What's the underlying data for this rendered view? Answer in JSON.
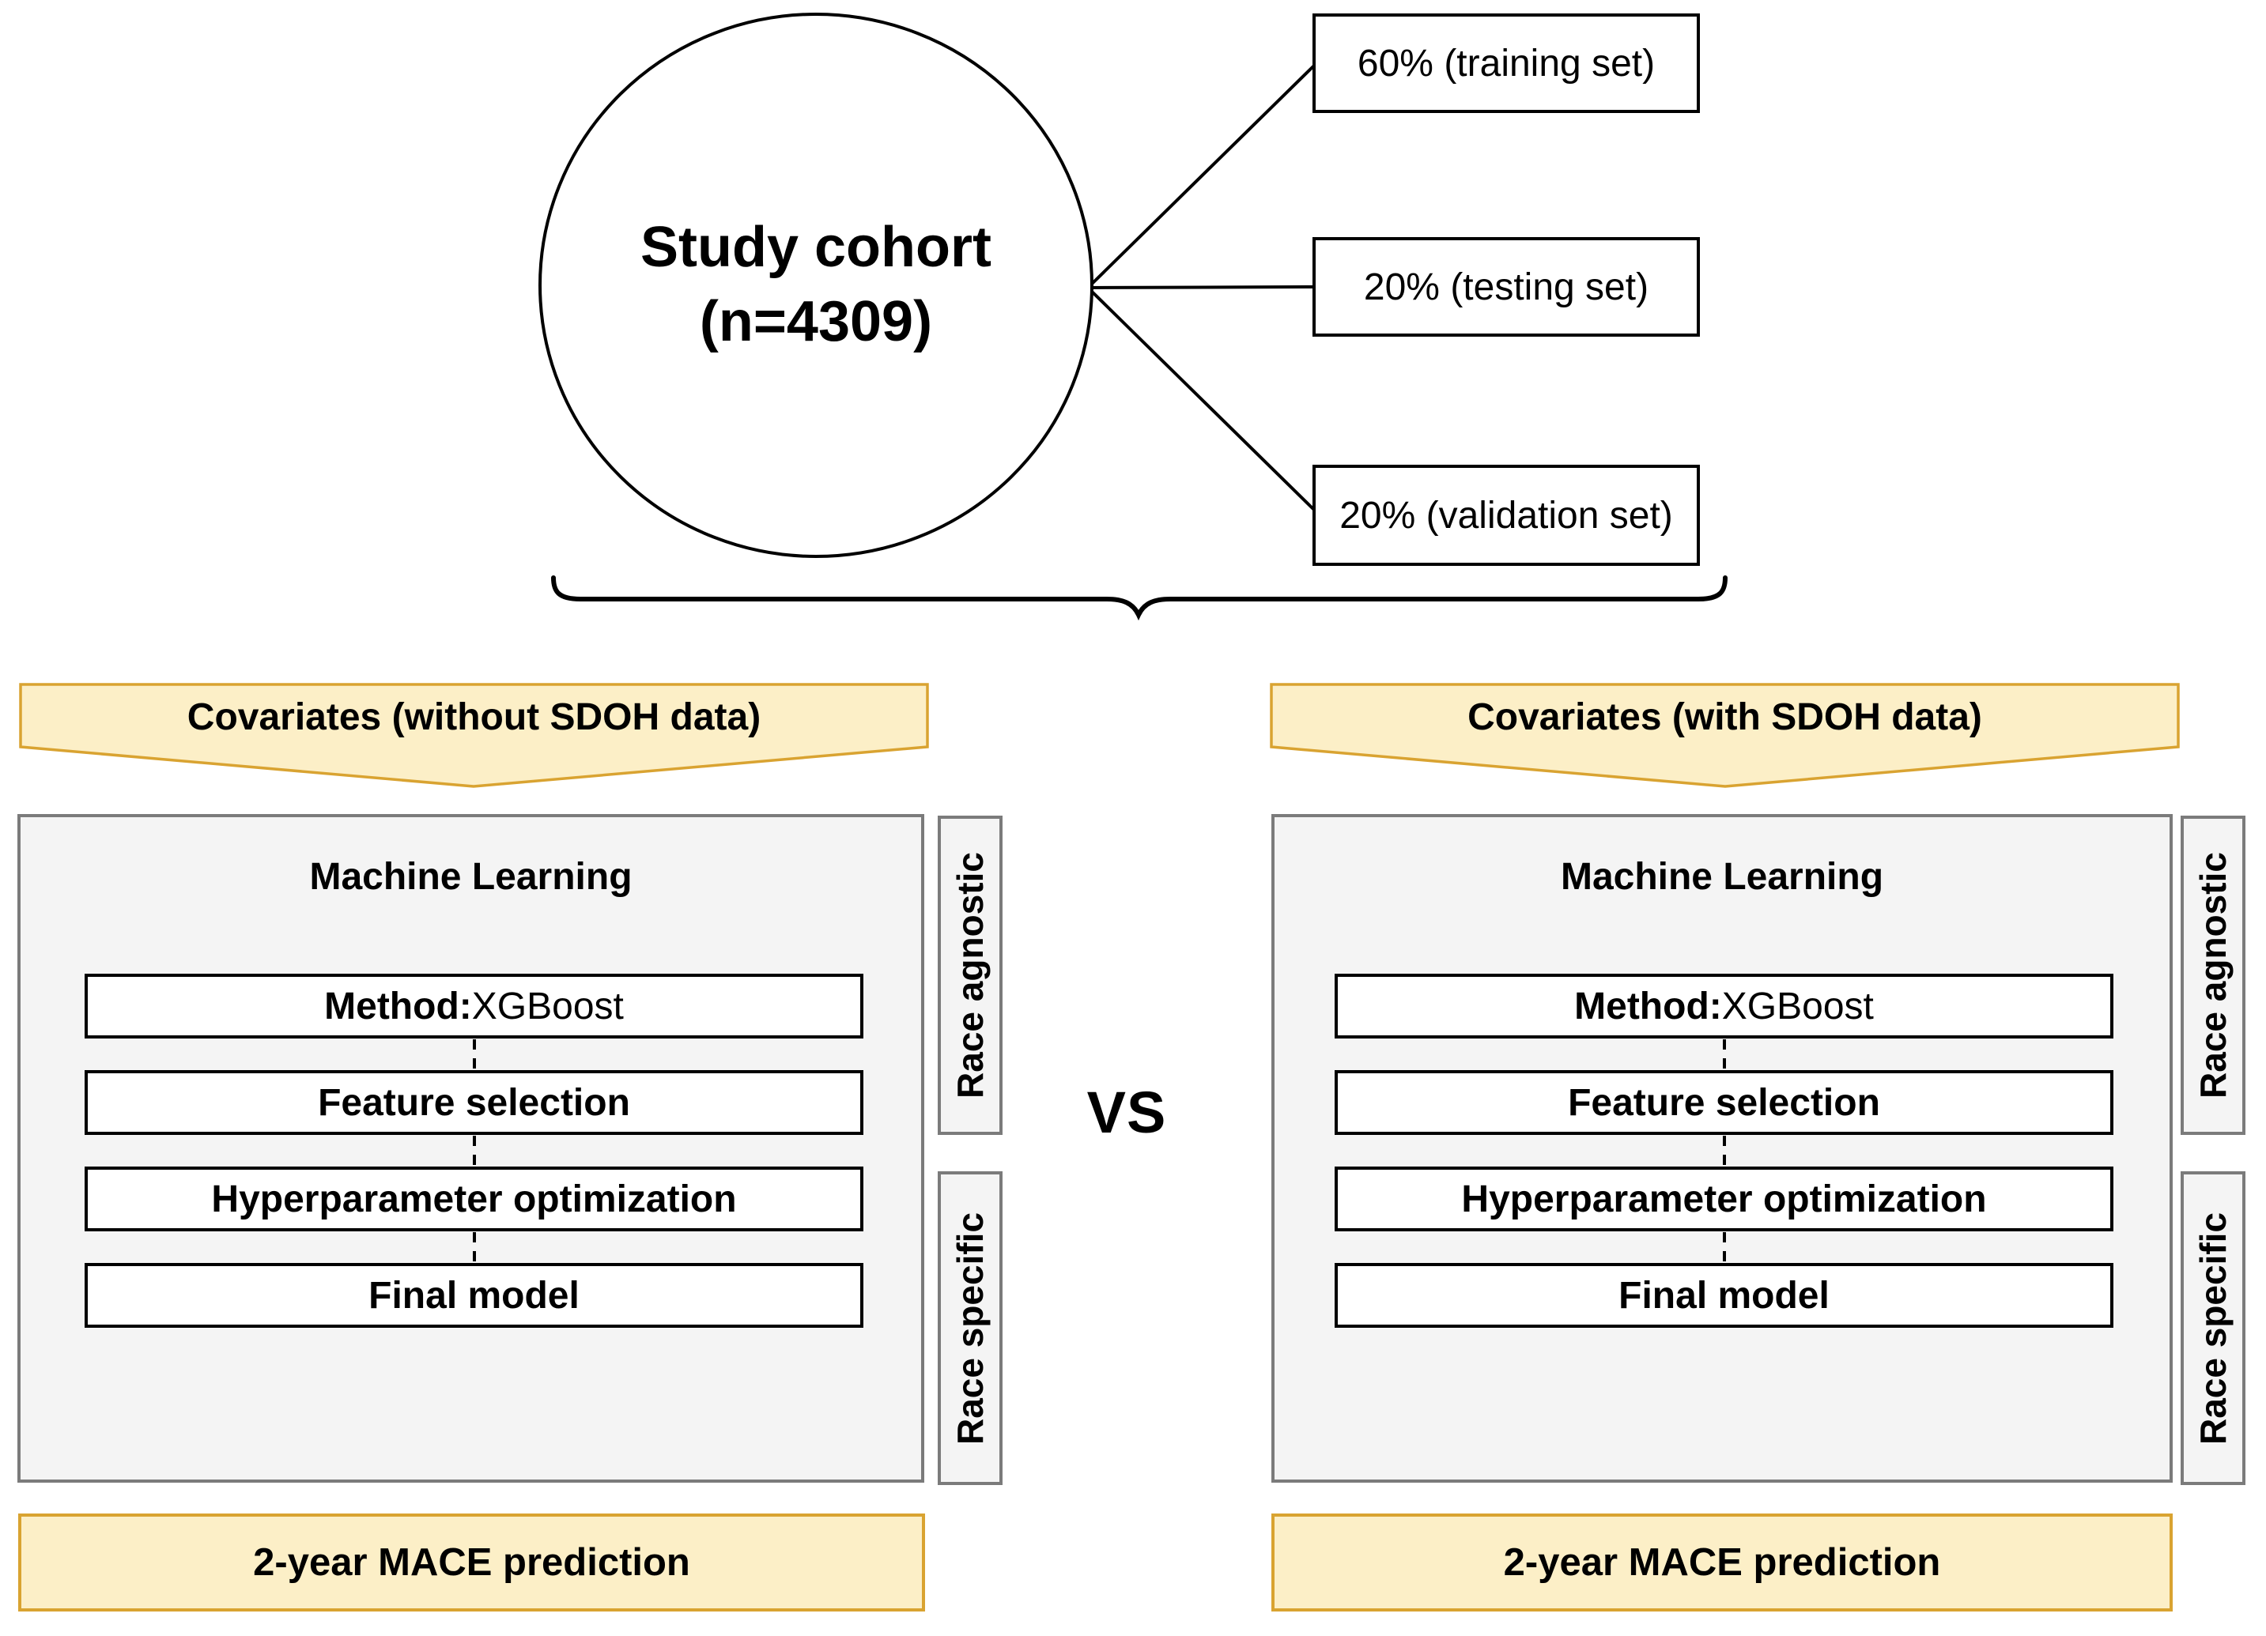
{
  "cohort": {
    "line1": "Study cohort",
    "line2": "(n=4309)"
  },
  "splits": [
    {
      "label": "60% (training set)"
    },
    {
      "label": "20% (testing set)"
    },
    {
      "label": "20% (validation set)"
    }
  ],
  "vs_label": "VS",
  "panels": [
    {
      "banner": "Covariates (without SDOH data)",
      "ml_title": "Machine Learning",
      "steps": [
        {
          "bold": "Method:",
          "regular": " XGBoost"
        },
        {
          "bold": "Feature selection",
          "regular": ""
        },
        {
          "bold": "Hyperparameter optimization",
          "regular": ""
        },
        {
          "bold": "Final model",
          "regular": ""
        }
      ],
      "side_labels": [
        "Race agnostic",
        "Race specific"
      ],
      "outcome": "2-year MACE prediction"
    },
    {
      "banner": "Covariates (with SDOH data)",
      "ml_title": "Machine Learning",
      "steps": [
        {
          "bold": "Method:",
          "regular": " XGBoost"
        },
        {
          "bold": "Feature selection",
          "regular": ""
        },
        {
          "bold": "Hyperparameter optimization",
          "regular": ""
        },
        {
          "bold": "Final model",
          "regular": ""
        }
      ],
      "side_labels": [
        "Race agnostic",
        "Race specific"
      ],
      "outcome": "2-year MACE prediction"
    }
  ],
  "colors": {
    "banner_fill": "#fcefc7",
    "banner_border": "#d9a331",
    "panel_fill": "#f4f4f4",
    "panel_border": "#7b7b7b",
    "step_border": "#000000",
    "line_color": "#000000"
  }
}
